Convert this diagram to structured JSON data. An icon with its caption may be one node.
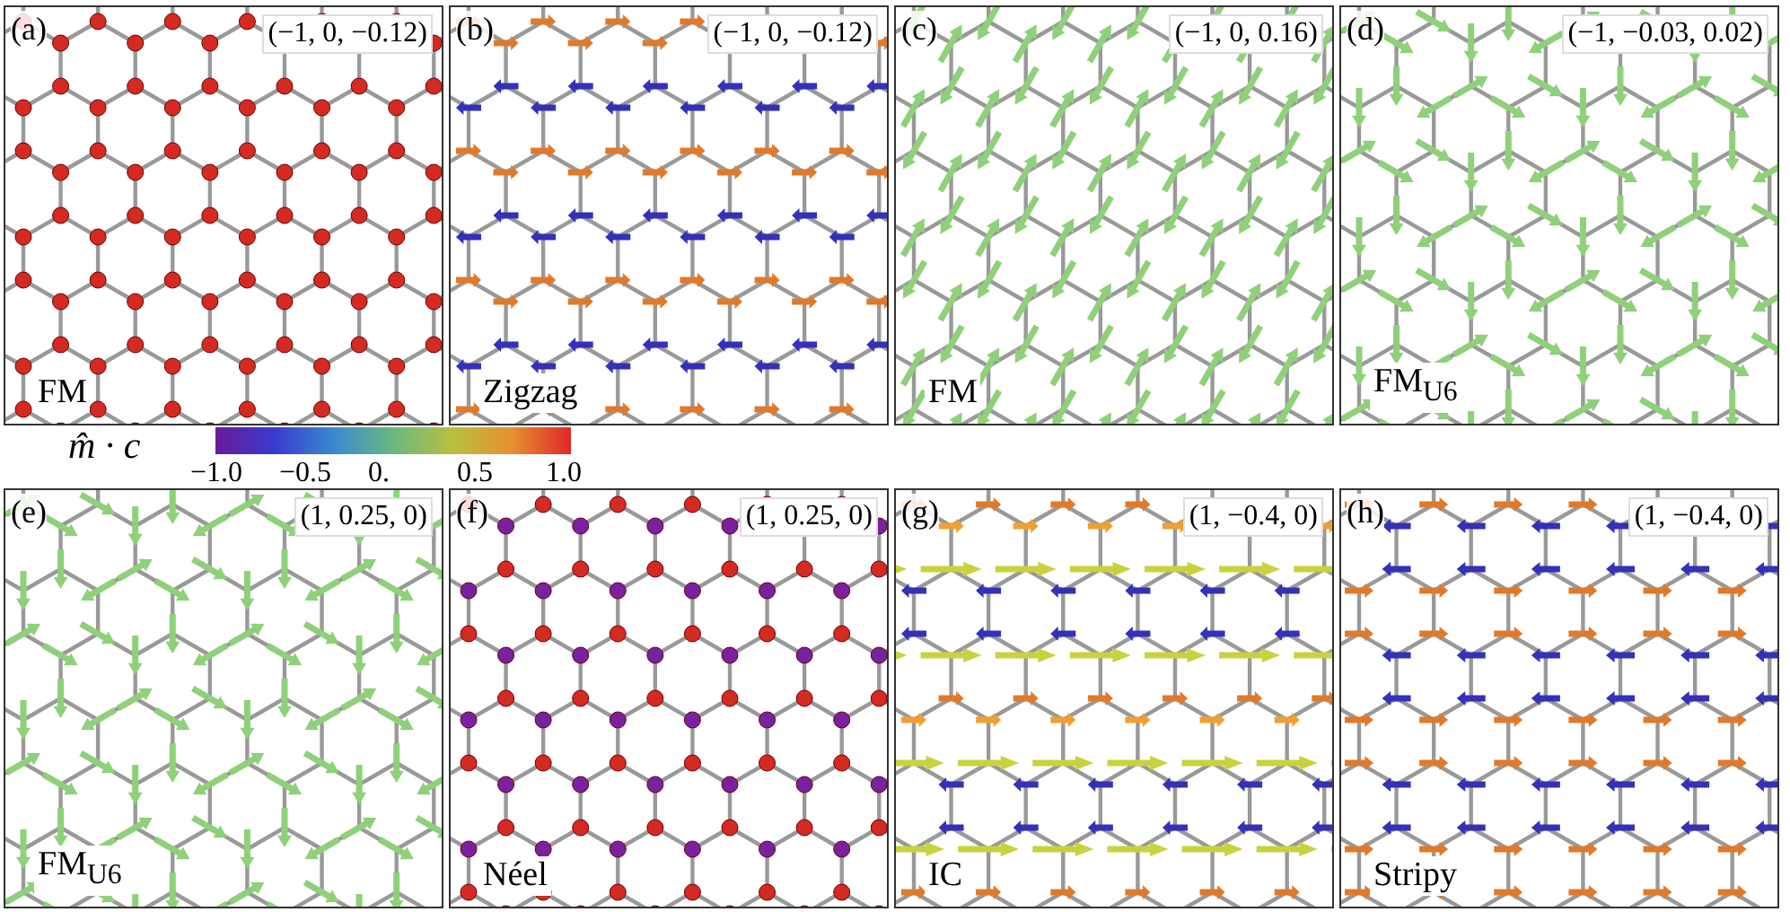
{
  "diagram": {
    "nodes": [
      {
        "text": [
          "(a)",
          "(−1, 0, −0.12)",
          "FM"
        ]
      },
      {
        "text": [
          "(b)",
          "(−1, 0, −0.12)",
          "Zigzag"
        ]
      },
      {
        "text": [
          "(c)",
          "(−1, 0, 0.16)",
          "FM"
        ]
      },
      {
        "text": [
          "(d)",
          "(−1, −0.03, 0.02)",
          "FM$_{U6}$"
        ]
      },
      {
        "text": [
          "(e)",
          "(1, 0.25, 0)",
          "FM$_{U6}$"
        ]
      },
      {
        "text": [
          "(f)",
          "(1, 0.25, 0)",
          "Néel"
        ]
      },
      {
        "text": [
          "(g)",
          "(1, −0.4, 0)",
          "IC"
        ]
      },
      {
        "text": [
          "(h)",
          "(1, −0.4, 0)",
          "Stripy"
        ]
      }
    ],
    "labels": [
      "m̂ · c",
      "−1.0",
      "−0.5",
      "0.",
      "0.5",
      "1.0"
    ]
  }
}
